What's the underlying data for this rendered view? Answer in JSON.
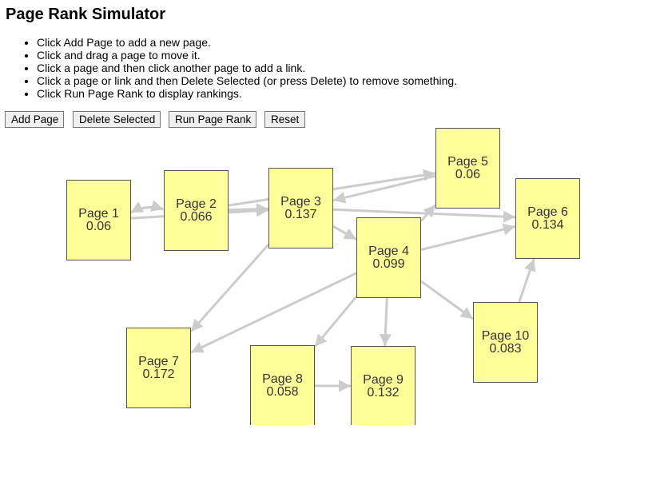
{
  "title": "Page Rank Simulator",
  "instructions": [
    "Click Add Page to add a new page.",
    "Click and drag a page to move it.",
    "Click a page and then click another page to add a link.",
    "Click a page or link and then Delete Selected (or press Delete) to remove something.",
    "Click Run Page Rank to display rankings."
  ],
  "toolbar": {
    "add_page": "Add Page",
    "delete_selected": "Delete Selected",
    "run_page_rank": "Run Page Rank",
    "reset": "Reset"
  },
  "colors": {
    "node_fill": "#ffff99",
    "node_border": "#555555",
    "link": "#cccccc"
  },
  "pages": [
    {
      "id": 1,
      "name": "Page 1",
      "rank": "0.06"
    },
    {
      "id": 2,
      "name": "Page 2",
      "rank": "0.066"
    },
    {
      "id": 3,
      "name": "Page 3",
      "rank": "0.137"
    },
    {
      "id": 4,
      "name": "Page 4",
      "rank": "0.099"
    },
    {
      "id": 5,
      "name": "Page 5",
      "rank": "0.06"
    },
    {
      "id": 6,
      "name": "Page 6",
      "rank": "0.134"
    },
    {
      "id": 7,
      "name": "Page 7",
      "rank": "0.172"
    },
    {
      "id": 8,
      "name": "Page 8",
      "rank": "0.058"
    },
    {
      "id": 9,
      "name": "Page 9",
      "rank": "0.132"
    },
    {
      "id": 10,
      "name": "Page 10",
      "rank": "0.083"
    }
  ],
  "links": [
    {
      "from": 1,
      "to": 2
    },
    {
      "from": 2,
      "to": 1
    },
    {
      "from": 1,
      "to": 3
    },
    {
      "from": 2,
      "to": 3
    },
    {
      "from": 2,
      "to": 5
    },
    {
      "from": 5,
      "to": 3
    },
    {
      "from": 3,
      "to": 4
    },
    {
      "from": 3,
      "to": 6
    },
    {
      "from": 4,
      "to": 5
    },
    {
      "from": 4,
      "to": 6
    },
    {
      "from": 4,
      "to": 10
    },
    {
      "from": 4,
      "to": 9
    },
    {
      "from": 4,
      "to": 8
    },
    {
      "from": 4,
      "to": 7
    },
    {
      "from": 3,
      "to": 7
    },
    {
      "from": 8,
      "to": 9
    },
    {
      "from": 10,
      "to": 6
    }
  ]
}
